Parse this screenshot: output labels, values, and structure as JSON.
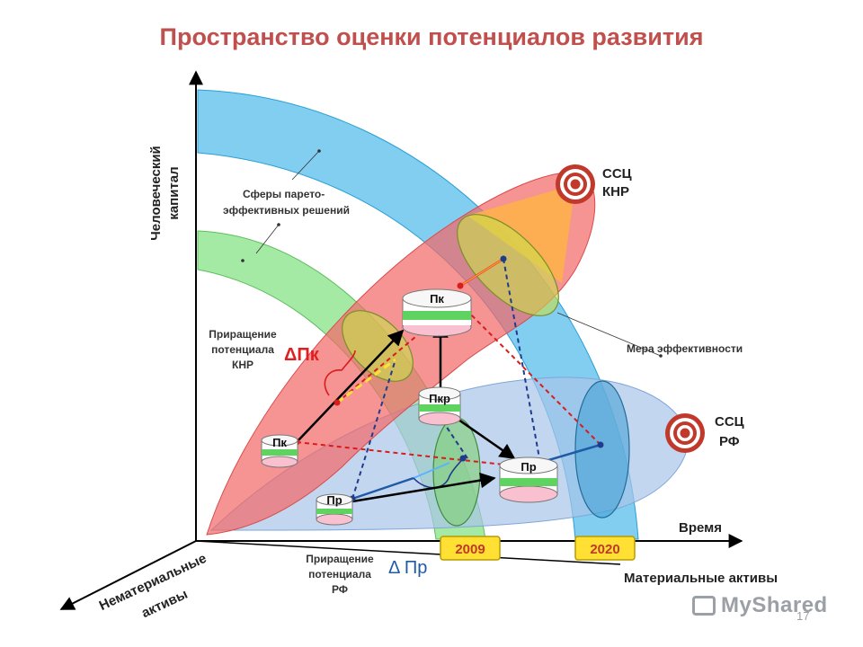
{
  "title": "Пространство оценки потенциалов развития",
  "axes": {
    "y_line1": "Человеческий",
    "y_line2": "капитал",
    "time": "Время",
    "material": "Материальные активы",
    "intangible_line1": "Нематериальные",
    "intangible_line2": "активы"
  },
  "labels": {
    "spheres_line1": "Сферы парето-",
    "spheres_line2": "эффективных решений",
    "knr_inc_line1": "Приращение",
    "knr_inc_line2": "потенциала",
    "knr_inc_line3": "КНР",
    "rf_inc_line1": "Приращение",
    "rf_inc_line2": "потенциала",
    "rf_inc_line3": "РФ",
    "efficiency": "Мера эффективности",
    "delta_pk": "ΔПк",
    "delta_pr": "Δ Пр"
  },
  "targets": {
    "knr_line1": "ССЦ",
    "knr_line2": "КНР",
    "rf_line1": "ССЦ",
    "rf_line2": "РФ"
  },
  "years": [
    "2009",
    "2020"
  ],
  "disks": {
    "pk_top": "Пк",
    "pkr": "Пкр",
    "pk_low": "Пк",
    "pr_right": "Пр",
    "pr_low": "Пр"
  },
  "colors": {
    "knr_region": "#f26a6a",
    "rf_region": "#a9c4e8",
    "arc_blue": "#3db4e8",
    "arc_green": "#7ee07e",
    "ellipse": "#c9e04a",
    "target": "#c0392b",
    "year_box": "#ffe033"
  },
  "watermark": "MyShared",
  "page_number": "17"
}
